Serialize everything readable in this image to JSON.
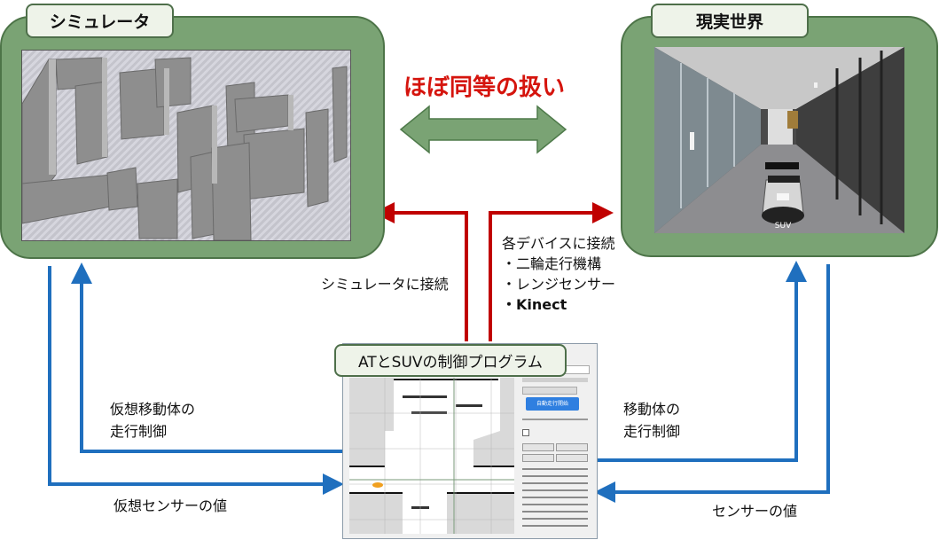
{
  "simulator": {
    "title": "シミュレータ"
  },
  "real_world": {
    "title": "現実世界",
    "robot_label": "SUV"
  },
  "headline": "ほぼ同等の扱い",
  "connections": {
    "to_simulator": "シミュレータに接続",
    "to_devices": [
      "各デバイスに接続",
      "・二輪走行機構",
      "・レンジセンサー",
      "・Kinect"
    ]
  },
  "program": {
    "title": "ATとSUVの制御プログラム",
    "button_label": "自動走行開始"
  },
  "flows": {
    "virtual_control": [
      "仮想移動体の",
      "走行制御"
    ],
    "virtual_sensor": "仮想センサーの値",
    "real_control": [
      "移動体の",
      "走行制御"
    ],
    "real_sensor": "センサーの値"
  },
  "colors": {
    "red": "#c00000",
    "blue": "#1f6fbe",
    "green": "#7aa374",
    "headline": "#d5140d"
  }
}
